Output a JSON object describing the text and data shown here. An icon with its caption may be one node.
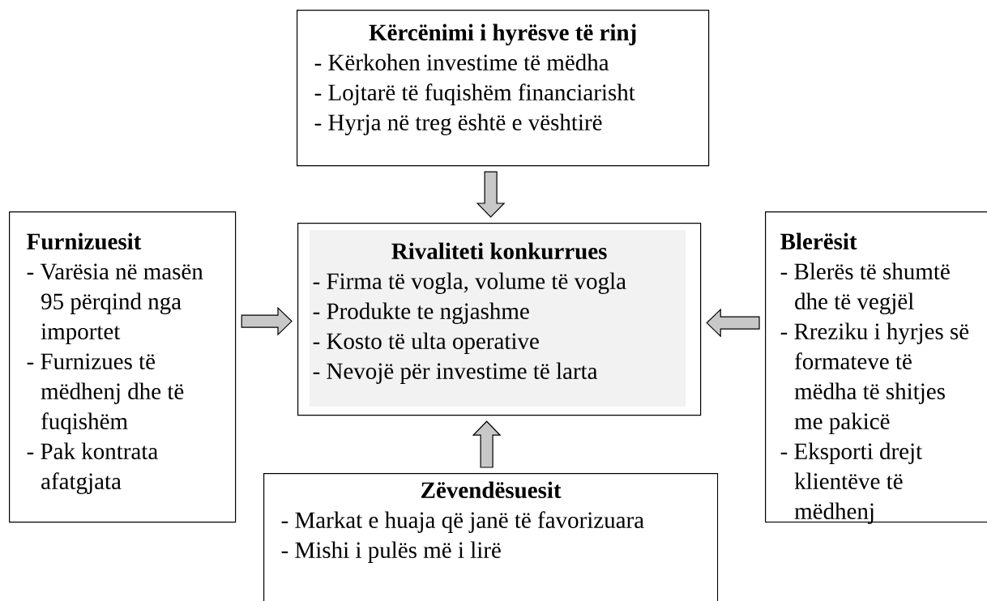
{
  "diagram": {
    "nodes": [
      {
        "text": [
          "Kërcënimi i hyrësve të rinj",
          "- Kërkohen investime të mëdha",
          "- Lojtarë të fuqishëm financiarisht",
          "- Hyrja në treg është e vështirë"
        ]
      },
      {
        "text": [
          "Furnizuesit",
          "- Varësia në masën 95 përqind nga importet",
          "- Furnizues të mëdhenj dhe të fuqishëm",
          "- Pak kontrata afatgjata"
        ]
      },
      {
        "text": [
          "Rivaliteti konkurrues",
          "- Firma të vogla, volume të vogla",
          "- Produkte te ngjashme",
          "- Kosto të ulta operative",
          "- Nevojë për investime të larta"
        ]
      },
      {
        "text": [
          "Blerësit",
          "- Blerës të shumtë dhe të vegjël",
          "- Rreziku i hyrjes së formateve të mëdha të shitjes me pakicë",
          "- Eksporti drejt klientëve të mëdhenj"
        ]
      },
      {
        "text": [
          "Zëvendësuesit",
          "- Markat e huaja që janë të favorizuara",
          "- Mishi i pulës më i lirë"
        ]
      }
    ],
    "edges": [
      {
        "from": 0,
        "to": 2,
        "arrow": "to"
      },
      {
        "from": 1,
        "to": 2,
        "arrow": "to"
      },
      {
        "from": 3,
        "to": 2,
        "arrow": "to"
      },
      {
        "from": 4,
        "to": 2,
        "arrow": "to"
      }
    ]
  }
}
